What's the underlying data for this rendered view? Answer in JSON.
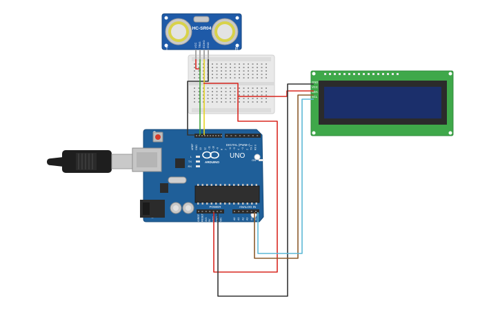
{
  "sensor": {
    "model": "HC-SR04",
    "pins": [
      "VCC",
      "TRIG",
      "ECHO",
      "GND"
    ],
    "corner_left": "T",
    "corner_right": "R"
  },
  "arduino": {
    "brand": "ARDUINO",
    "model": "UNO",
    "digital_header": "DIGITAL (PWM~)",
    "power_header": "POWER",
    "analog_header": "ANALOG IN",
    "led_labels": [
      "L",
      "TX",
      "RX",
      "ON"
    ],
    "top_pins": [
      "AREF",
      "GND",
      "13",
      "12",
      "~11",
      "~10",
      "~9",
      "8",
      "7",
      "~6",
      "~5",
      "4",
      "~3",
      "2",
      "TX 1",
      "RX 0"
    ],
    "power_pins": [
      "IOREF",
      "RESET",
      "3V3",
      "5V",
      "GND",
      "GND",
      "VIN"
    ],
    "analog_pins": [
      "A0",
      "A1",
      "A2",
      "A3",
      "A4",
      "A5"
    ]
  },
  "lcd": {
    "pins": [
      "GND",
      "VCC",
      "SDA",
      "SCL"
    ]
  },
  "colors": {
    "arduino_blue": "#1f5f99",
    "lcd_green": "#3fa84a",
    "sensor_blue": "#1e5aa8",
    "wire_red": "#d8261f",
    "wire_black": "#333333",
    "wire_green": "#3fa33a",
    "wire_yellow": "#e4d21c",
    "wire_brown": "#8a5a2b",
    "wire_cyan": "#5bb7d6"
  }
}
